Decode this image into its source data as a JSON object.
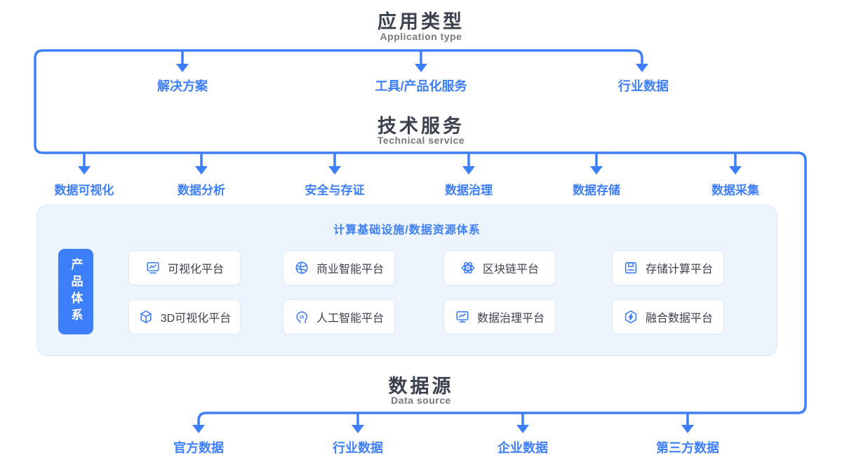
{
  "colors": {
    "accent_blue": "#3D7EFB",
    "title_dark": "#3A404C",
    "subtitle_gray": "#75797F",
    "box_bg": "#ECF4FE",
    "box_border": "#D9E8FC",
    "card_border": "#E4E9F1",
    "card_text": "#3C414B"
  },
  "application": {
    "title": "应用类型",
    "subtitle": "Application type",
    "items": [
      {
        "label": "解决方案"
      },
      {
        "label": "工具/产品化服务"
      },
      {
        "label": "行业数据"
      }
    ]
  },
  "technical": {
    "title": "技术服务",
    "subtitle": "Technical service",
    "items": [
      {
        "label": "数据可视化"
      },
      {
        "label": "数据分析"
      },
      {
        "label": "安全与存证"
      },
      {
        "label": "数据治理"
      },
      {
        "label": "数据存储"
      },
      {
        "label": "数据采集"
      }
    ]
  },
  "product_system": {
    "box_title": "计算基础设施/数据资源体系",
    "side_label": "产品体系",
    "cards": [
      {
        "icon": "monitor-chart-icon",
        "label": "可视化平台"
      },
      {
        "icon": "globe-icon",
        "label": "商业智能平台"
      },
      {
        "icon": "atom-icon",
        "label": "区块链平台"
      },
      {
        "icon": "floppy-disk-icon",
        "label": "存储计算平台"
      },
      {
        "icon": "cube-3d-icon",
        "label": "3D可视化平台"
      },
      {
        "icon": "ai-head-icon",
        "label": "人工智能平台"
      },
      {
        "icon": "monitor-trend-icon",
        "label": "数据治理平台"
      },
      {
        "icon": "hexagon-bolt-icon",
        "label": "融合数据平台"
      }
    ]
  },
  "data_source": {
    "title": "数据源",
    "subtitle": "Data source",
    "items": [
      {
        "label": "官方数据"
      },
      {
        "label": "行业数据"
      },
      {
        "label": "企业数据"
      },
      {
        "label": "第三方数据"
      }
    ]
  }
}
